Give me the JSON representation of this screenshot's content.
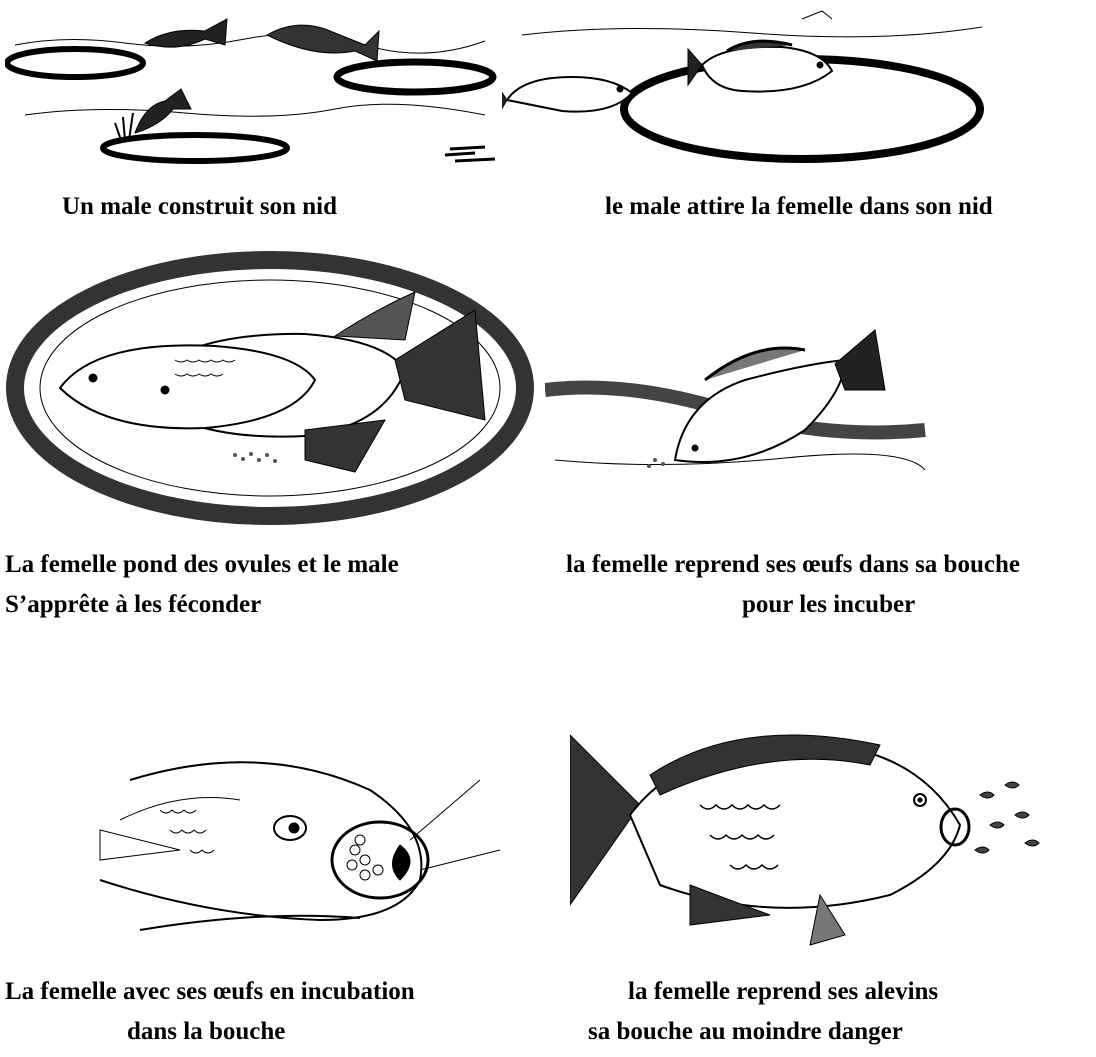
{
  "captions": {
    "c1": "Un male construit son nid",
    "c2": "le male attire la femelle dans son nid",
    "c3_line1": "La femelle pond des ovules et le male",
    "c3_line2": "S’apprête à les féconder",
    "c4_line1": "la femelle reprend ses œufs dans sa bouche",
    "c4_line2": "pour les incuber",
    "c5_line1": "La femelle avec ses œufs en incubation",
    "c5_line2": "dans la bouche",
    "c6_line1": "la femelle reprend ses alevins",
    "c6_line2": "sa bouche au moindre danger"
  },
  "colors": {
    "ink": "#000000",
    "background": "#ffffff",
    "shade": "#555555"
  }
}
